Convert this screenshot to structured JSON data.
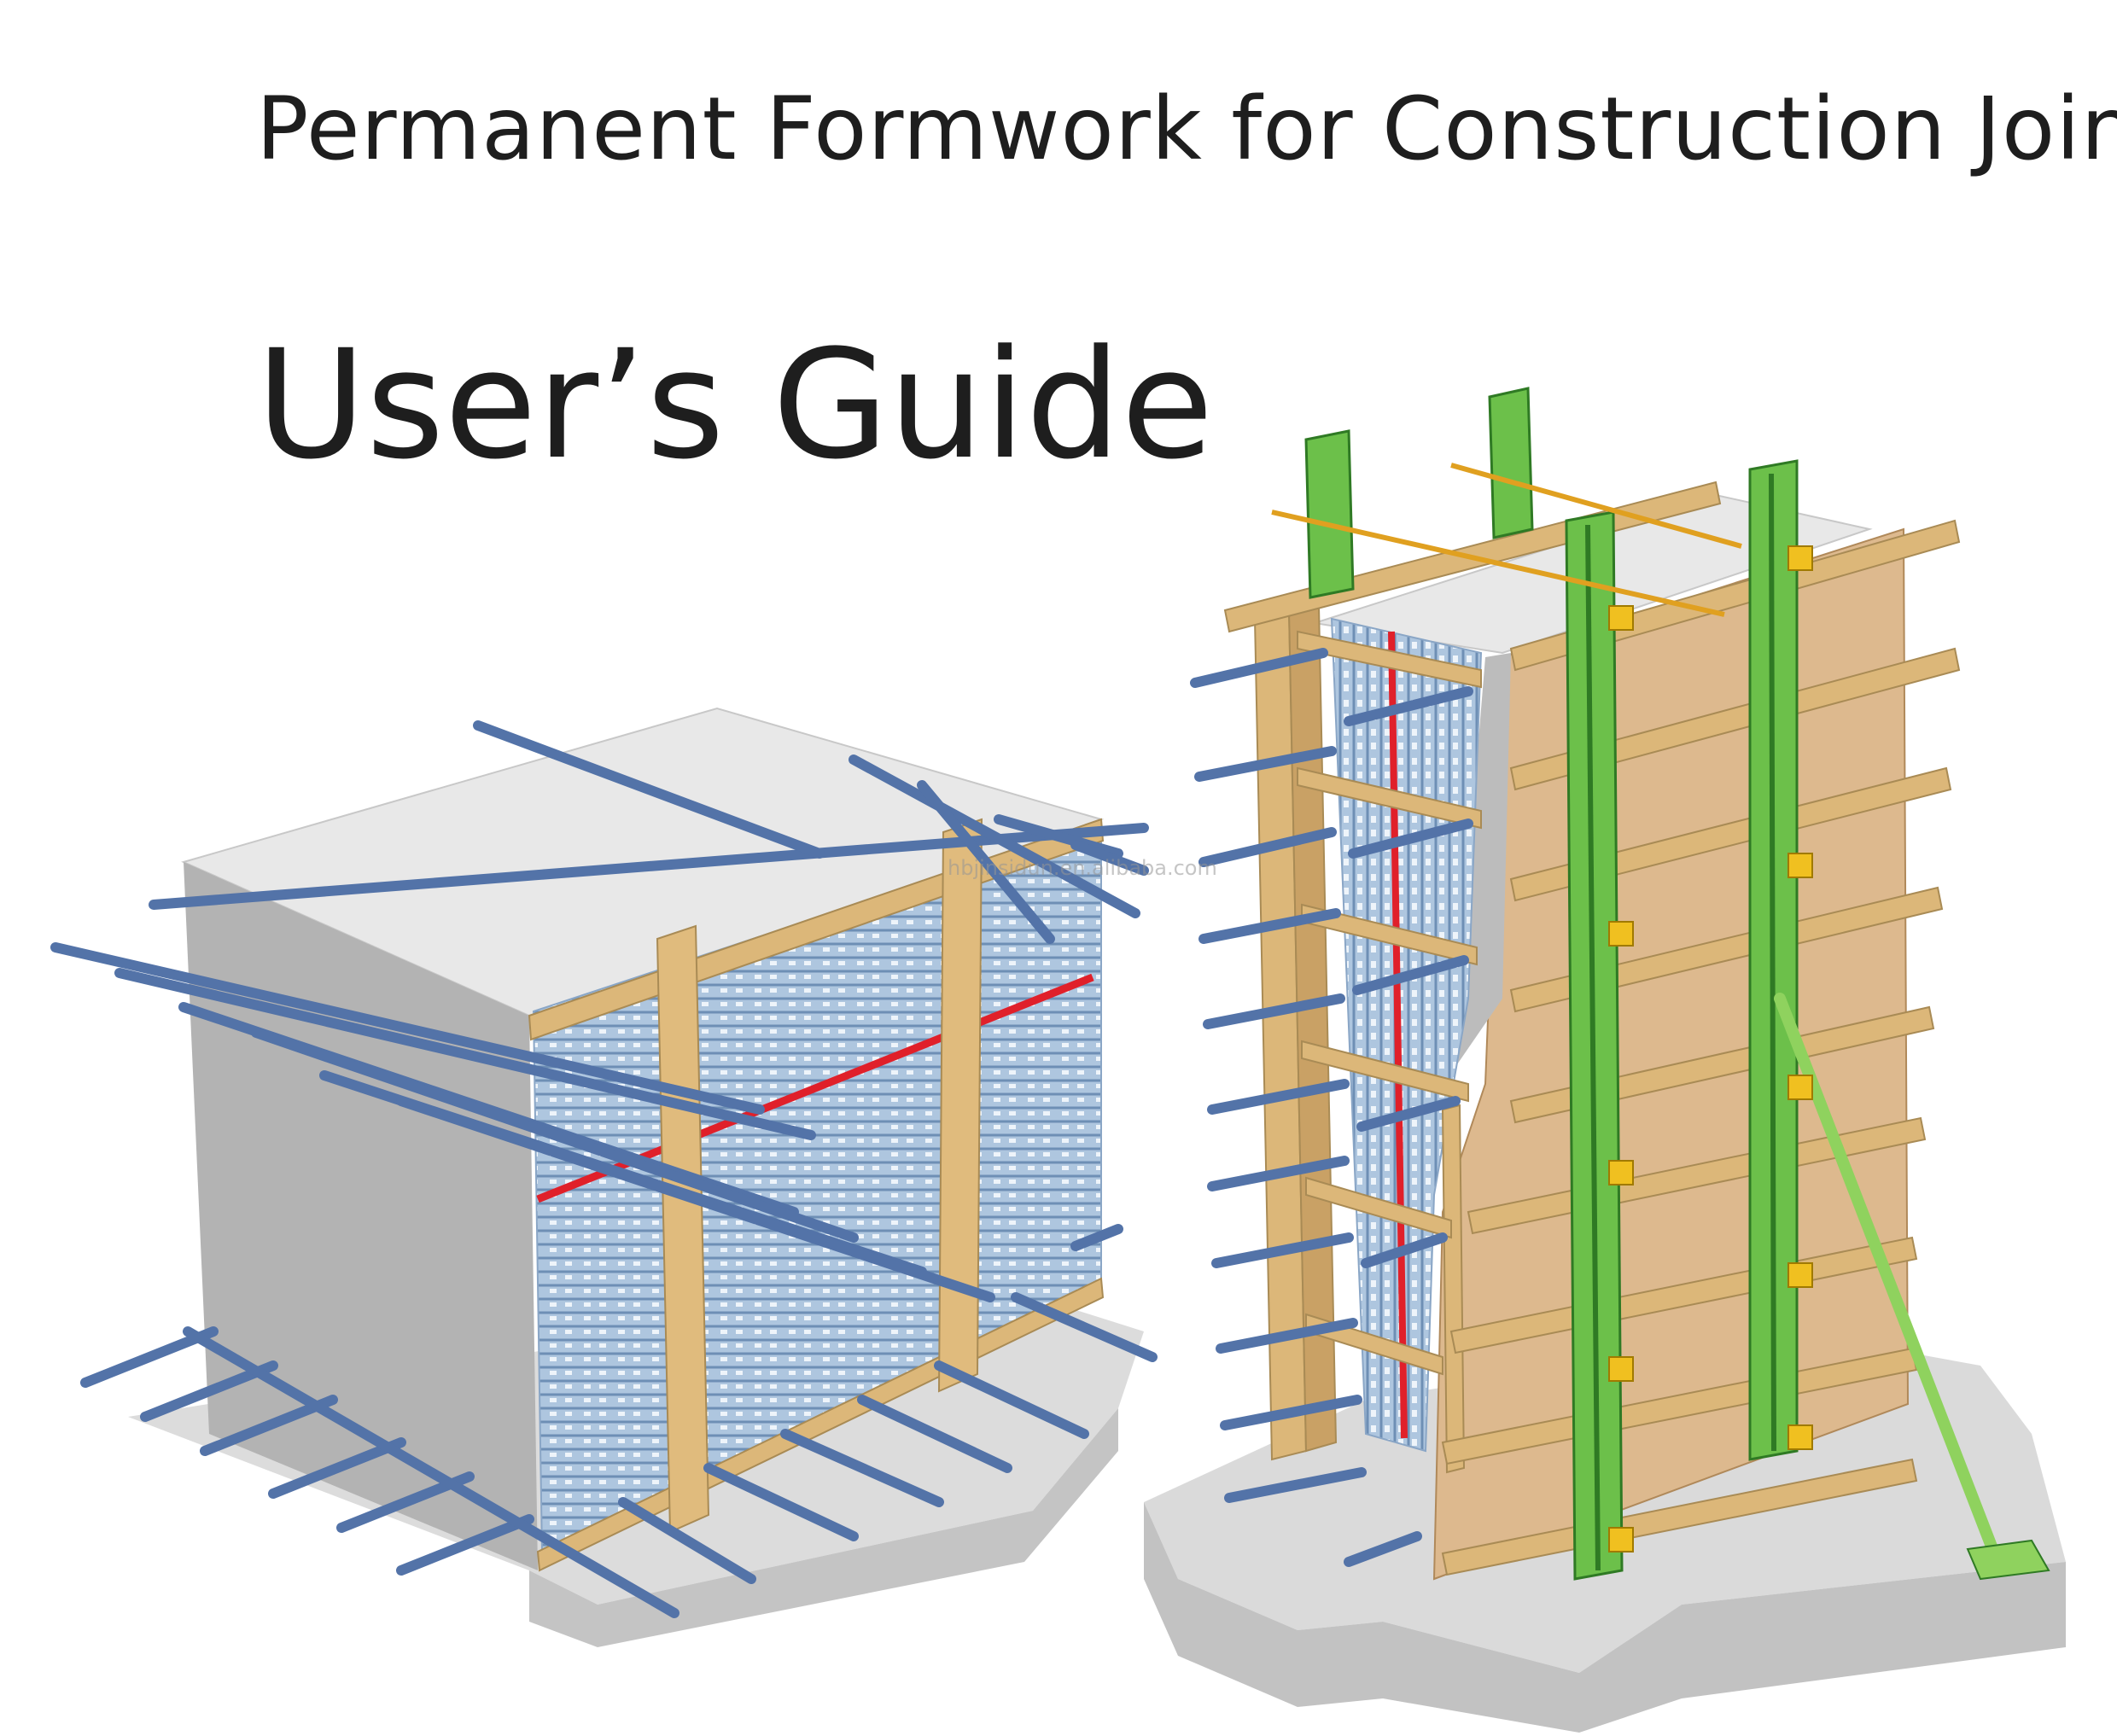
{
  "document": {
    "title": "Permanent Formwork for Construction Joints",
    "heading": "User’s Guide",
    "watermark": "hbjinsidun.en.alibaba.com"
  },
  "colors": {
    "concrete_top": "#e7e7e7",
    "concrete_side": "#bdbdbd",
    "timber": "#dcb779",
    "mesh": "#a9c3de",
    "rebar": "#5373a8",
    "red_line": "#e0202a",
    "plywood": "#ddb98e",
    "soldier": "#6cc04a",
    "clamp": "#f0c020"
  },
  "icons": {
    "left": "permanent-formwork-block-illustration",
    "right": "formwork-wall-with-soldiers-illustration"
  }
}
